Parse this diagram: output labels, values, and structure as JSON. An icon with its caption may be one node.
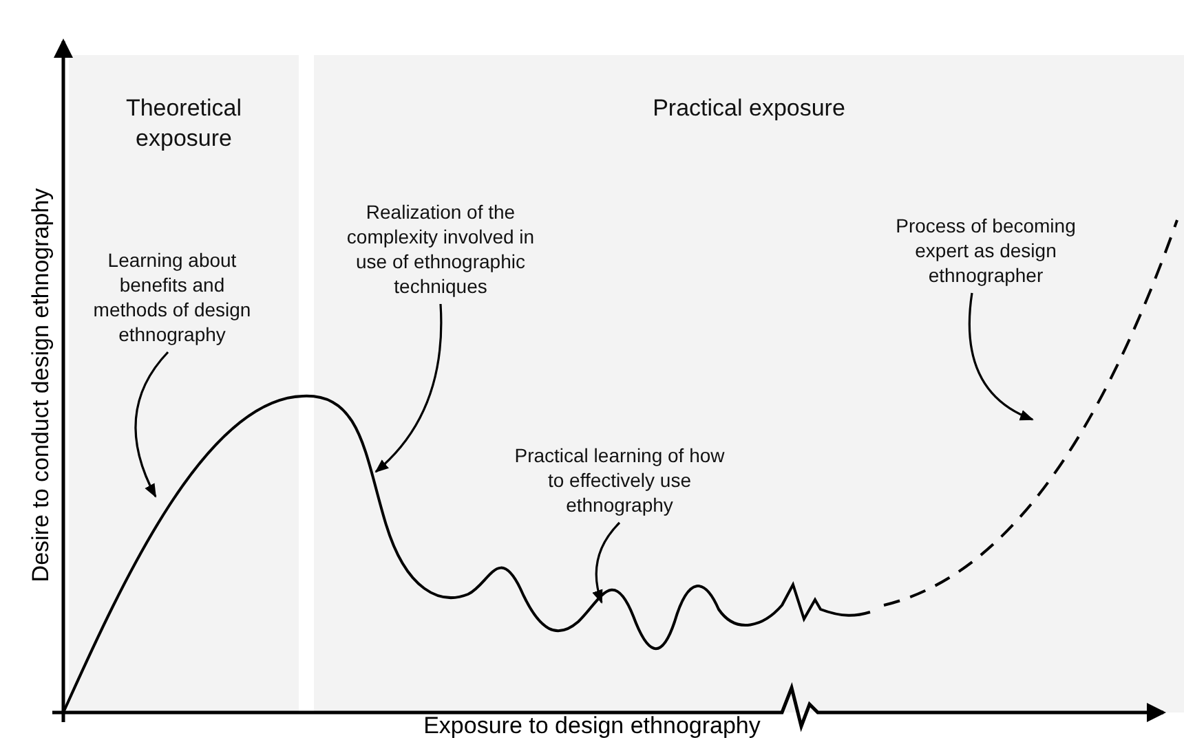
{
  "diagram": {
    "nodes": [
      {
        "text": [
          "Theoretical exposure"
        ]
      },
      {
        "text": [
          "Practical exposure"
        ]
      },
      {
        "text": [
          "Learning about benefits and methods of design ethnography"
        ],
        "in": 0
      },
      {
        "text": [
          "Realization of the complexity involved in use of ethnographic techniques"
        ],
        "in": 1
      },
      {
        "text": [
          "Practical learning of how to effectively use ethnography"
        ],
        "in": 1
      },
      {
        "text": [
          "Process of becoming expert as design ethnographer"
        ],
        "in": 1
      }
    ],
    "edges": [
      {
        "from": 2,
        "to": null,
        "arrow": "to"
      },
      {
        "from": 3,
        "to": null,
        "arrow": "to"
      },
      {
        "from": 4,
        "to": null,
        "arrow": "to"
      },
      {
        "from": 5,
        "to": null,
        "arrow": "to"
      }
    ],
    "labels": [
      "Desire to conduct design ethnography",
      "Exposure to design ethnography"
    ]
  }
}
